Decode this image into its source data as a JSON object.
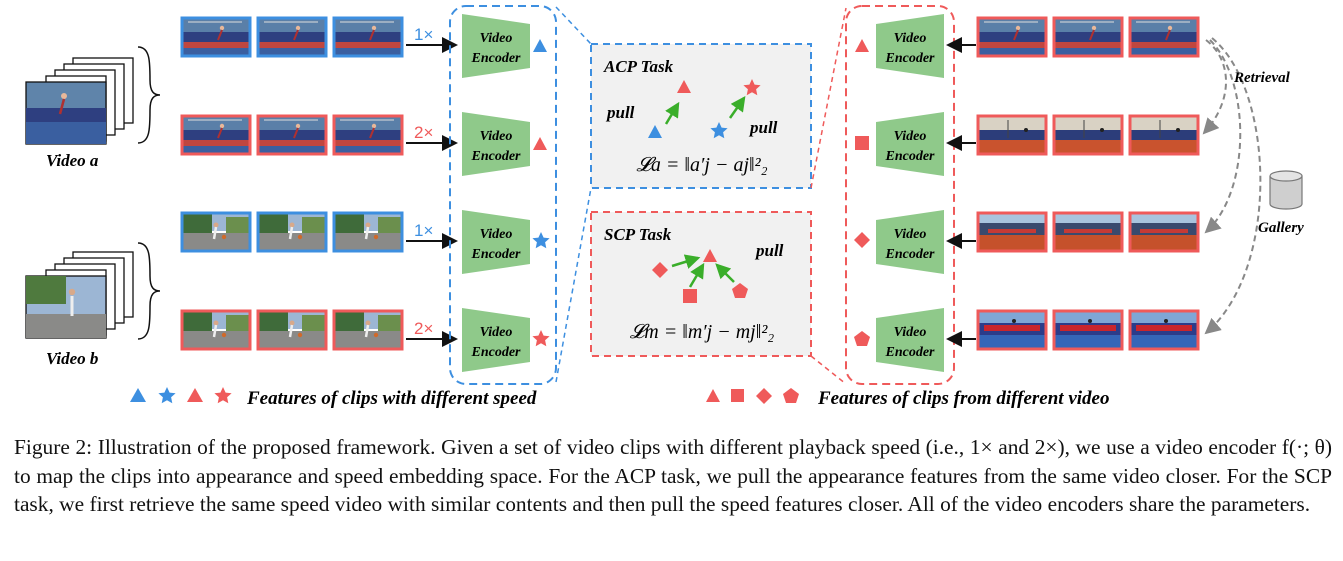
{
  "videos": {
    "a_label": "Video a",
    "b_label": "Video b"
  },
  "speeds": {
    "row1": "1×",
    "row2": "2×",
    "row3": "1×",
    "row4": "2×"
  },
  "encoder": {
    "line1": "Video",
    "line2": "Encoder"
  },
  "acp": {
    "title": "ACP Task",
    "pull_left": "pull",
    "pull_right": "pull",
    "formula": "𝓛a = ‖a′j − aj‖²₂"
  },
  "scp": {
    "title": "SCP Task",
    "pull": "pull",
    "formula": "𝓛m = ‖m′j − mj‖²₂"
  },
  "retrieval": {
    "retrieval_label": "Retrieval",
    "gallery_label": "Gallery"
  },
  "legend": {
    "left_text": "Features of clips with different speed",
    "right_text": "Features of clips from different video"
  },
  "colors": {
    "blue": "#3d8fe0",
    "red": "#ef5a5a",
    "encoder_green": "#8fc98a",
    "panel_gray": "#f1f1f1",
    "arrow_green": "#3aae2a"
  },
  "caption": {
    "text": "Figure 2: Illustration of the proposed framework. Given a set of video clips with different playback speed (i.e., 1× and 2×), we use a video encoder f(·; θ) to map the clips into appearance and speed embedding space. For the ACP task, we pull the appearance features from the same video closer. For the SCP task, we first retrieve the same speed video with similar contents and then pull the speed features closer. All of the video encoders share the parameters."
  }
}
